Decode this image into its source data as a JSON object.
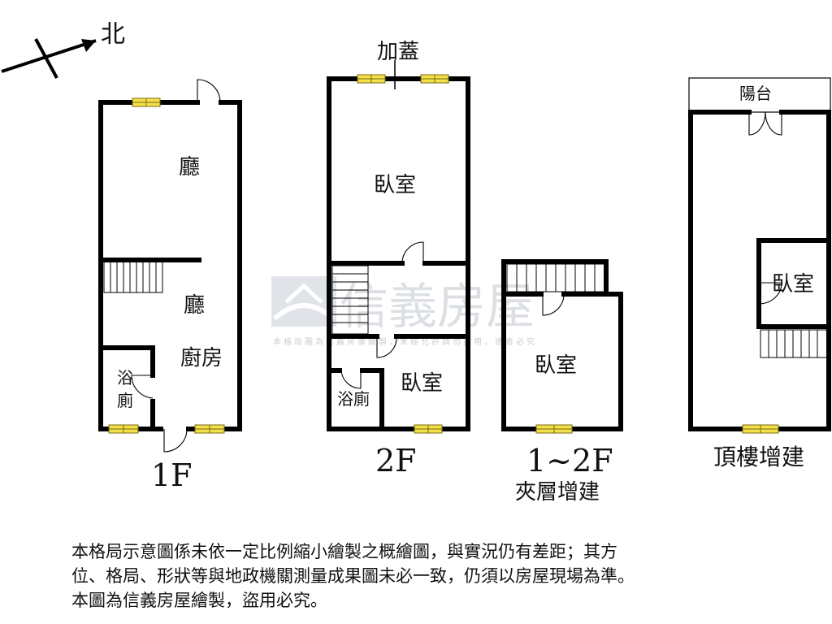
{
  "compass": {
    "label": "北"
  },
  "floors": {
    "f1": {
      "caption": "1F",
      "rooms": [
        "廳",
        "廳",
        "廚房"
      ],
      "bath": [
        "浴",
        "廁"
      ]
    },
    "f2": {
      "caption": "2F",
      "addition": "加蓋",
      "rooms": [
        "臥室",
        "臥室"
      ],
      "bath": "浴廁"
    },
    "mezz": {
      "caption": "1~2F",
      "subcaption": "夾層增建",
      "rooms": [
        "臥室"
      ]
    },
    "roof": {
      "caption": "頂樓增建",
      "balcony": "陽台",
      "rooms": [
        "臥室"
      ]
    }
  },
  "watermark": {
    "brand": "信義房屋",
    "notice": "本格局圖為信義房屋繪製，未經允許請勿盜用，違者必究"
  },
  "disclaimer": {
    "lines": [
      "本格局示意圖係未依一定比例縮小繪製之概繪圖，與實況仍有差距；其方",
      "位、格局、形狀等與地政機關測量成果圖未必一致，仍須以房屋現場為準。",
      "本圖為信義房屋繪製，盜用必究。"
    ]
  },
  "colors": {
    "window": "#f3e04a",
    "wall": "#000000",
    "watermark": "#d9dde2"
  }
}
